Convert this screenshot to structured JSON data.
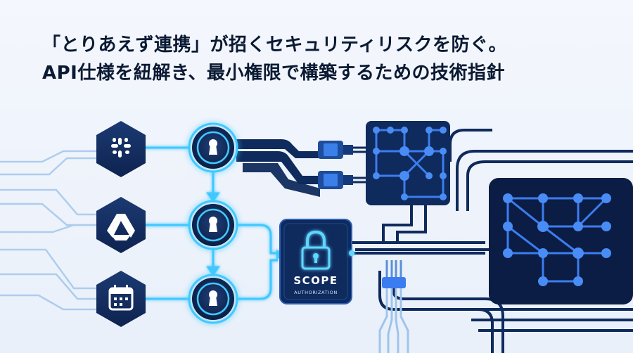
{
  "headline": {
    "line1": "「とりあえず連携」が招くセキュリティリスクを防ぐ。",
    "line2": "API仕様を紐解き、最小権限で構築するための技術指針"
  },
  "scope_box": {
    "title": "SCOPE",
    "subtitle": "AUTHORIZATION"
  },
  "icons": {
    "app_1": "slack-logo-icon",
    "app_2": "google-drive-icon",
    "app_3": "calendar-icon",
    "keyhole": "keyhole-icon",
    "lock": "padlock-icon"
  },
  "colors": {
    "navy": "#0f2a5c",
    "deep_navy": "#0b1d44",
    "cyan_glow": "#3fd0ff",
    "blue_node": "#3b7df0",
    "text": "#0b1a33"
  }
}
